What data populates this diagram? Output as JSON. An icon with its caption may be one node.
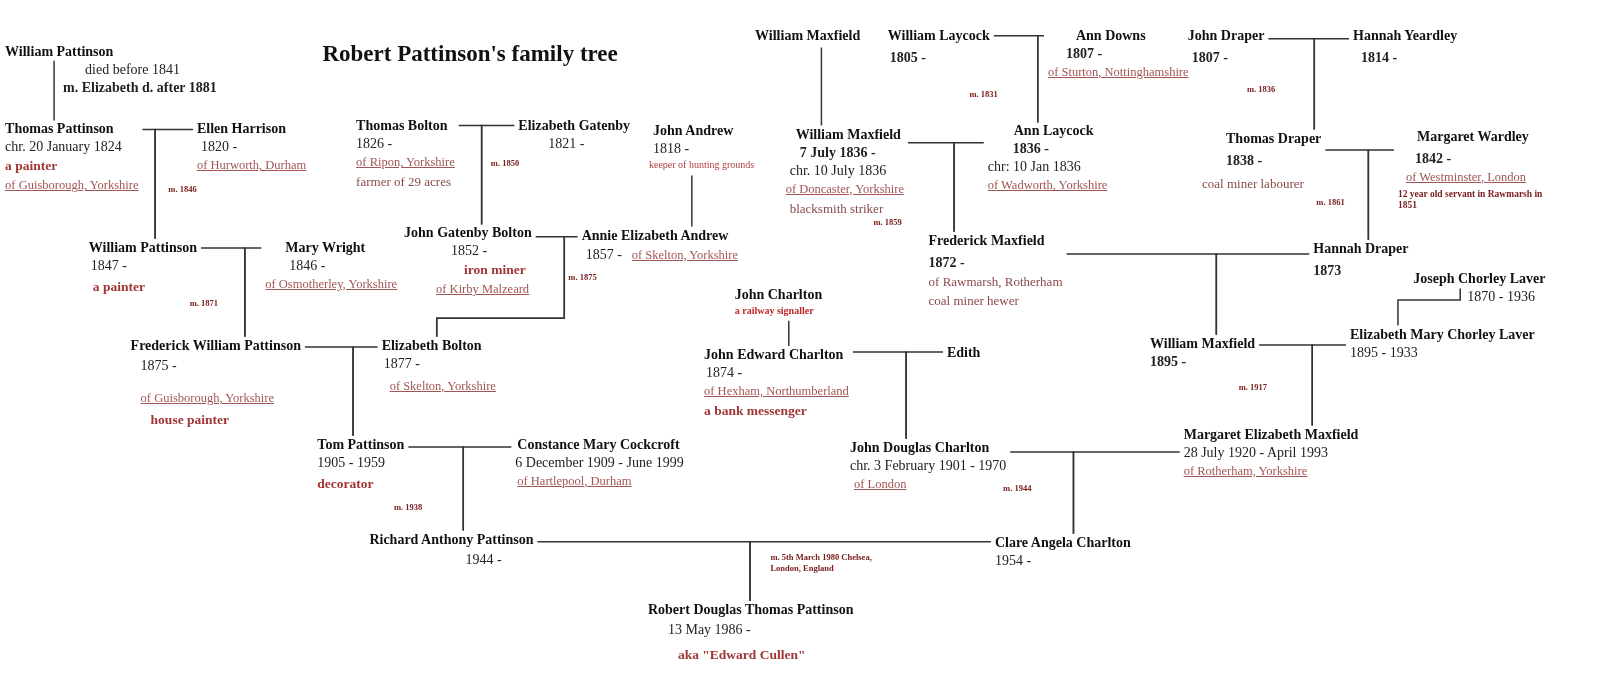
{
  "diagram": {
    "title": "Robert Pattinson's family tree",
    "nodes": [
      {
        "text": [
          "William Pattinson",
          "died before 1841",
          "m. Elizabeth d. after 1881"
        ]
      },
      {
        "text": [
          "Thomas Pattinson",
          "chr. 20 January 1824",
          "a painter",
          "of Guisborough, Yorkshire"
        ]
      },
      {
        "text": [
          "Ellen Harrison",
          "1820 -",
          "of Hurworth, Durham"
        ]
      },
      {
        "text": [
          "Thomas Bolton",
          "1826 -",
          "of Ripon, Yorkshire",
          "farmer of 29 acres"
        ]
      },
      {
        "text": [
          "Elizabeth Gatenby",
          "1821 -"
        ]
      },
      {
        "text": [
          "John Andrew",
          "1818 -",
          "keeper of hunting grounds"
        ]
      },
      {
        "text": [
          "William Maxfield"
        ]
      },
      {
        "text": [
          "William Laycock",
          "1805 -"
        ]
      },
      {
        "text": [
          "Ann Downs",
          "1807 -",
          "of Sturton, Nottinghamshire"
        ]
      },
      {
        "text": [
          "John Draper",
          "1807 -"
        ]
      },
      {
        "text": [
          "Hannah Yeardley",
          "1814 -"
        ]
      },
      {
        "text": [
          "William Maxfield",
          "7 July 1836 -",
          "chr. 10 July 1836",
          "of Doncaster, Yorkshire",
          "blacksmith striker"
        ]
      },
      {
        "text": [
          "Ann Laycock",
          "1836 -",
          "chr: 10 Jan 1836",
          "of Wadworth, Yorkshire"
        ]
      },
      {
        "text": [
          "Thomas Draper",
          "1838 -",
          "coal miner labourer"
        ]
      },
      {
        "text": [
          "Margaret Wardley",
          "1842 -",
          "of Westminster, London",
          "12 year old servant in Rawmarsh in 1851"
        ]
      },
      {
        "text": [
          "William Pattinson",
          "1847 -",
          "a painter"
        ]
      },
      {
        "text": [
          "Mary Wright",
          "1846 -",
          "of Osmotherley, Yorkshire"
        ]
      },
      {
        "text": [
          "John Gatenby Bolton",
          "1852 -",
          "iron miner",
          "of Kirby Malzeard"
        ]
      },
      {
        "text": [
          "Annie Elizabeth Andrew",
          "1857 -",
          "of Skelton, Yorkshire"
        ]
      },
      {
        "text": [
          "Frederick Maxfield",
          "1872 -",
          "of Rawmarsh, Rotherham",
          "coal miner hewer"
        ]
      },
      {
        "text": [
          "Hannah Draper",
          "1873"
        ]
      },
      {
        "text": [
          "Joseph Chorley Laver",
          "1870 - 1936"
        ]
      },
      {
        "text": [
          "John Charlton",
          "a railway signaller"
        ]
      },
      {
        "text": [
          "Frederick William Pattinson",
          "1875 -",
          "of Guisborough, Yorkshire",
          "house painter"
        ]
      },
      {
        "text": [
          "Elizabeth Bolton",
          "1877 -",
          "of Skelton, Yorkshire"
        ]
      },
      {
        "text": [
          "John Edward Charlton",
          "1874 -",
          "of Hexham, Northumberland",
          "a bank messenger"
        ]
      },
      {
        "text": [
          "Edith"
        ]
      },
      {
        "text": [
          "William Maxfield",
          "1895 -"
        ]
      },
      {
        "text": [
          "Elizabeth Mary Chorley Laver",
          "1895 - 1933"
        ]
      },
      {
        "text": [
          "Tom Pattinson",
          "1905 - 1959",
          "decorator"
        ]
      },
      {
        "text": [
          "Constance Mary Cockcroft",
          "6 December 1909 - June 1999",
          "of Hartlepool, Durham"
        ]
      },
      {
        "text": [
          "John Douglas Charlton",
          "chr. 3 February 1901 - 1970",
          "of London"
        ]
      },
      {
        "text": [
          "Margaret Elizabeth Maxfield",
          "28 July 1920 - April 1993",
          "of Rotherham, Yorkshire"
        ]
      },
      {
        "text": [
          "Richard Anthony Pattinson",
          "1944 -"
        ]
      },
      {
        "text": [
          "Clare Angela Charlton",
          "1954 -"
        ]
      },
      {
        "text": [
          "Robert Douglas Thomas Pattinson",
          "13 May 1986 -",
          "aka \"Edward Cullen\""
        ]
      }
    ],
    "edges": [
      {
        "from": 0,
        "to": 1,
        "arrow": "none"
      },
      {
        "from": 1,
        "to": 15,
        "arrow": "none"
      },
      {
        "from": 2,
        "to": 15,
        "arrow": "none"
      },
      {
        "from": 3,
        "to": 17,
        "arrow": "none"
      },
      {
        "from": 4,
        "to": 17,
        "arrow": "none"
      },
      {
        "from": 5,
        "to": 18,
        "arrow": "none"
      },
      {
        "from": 6,
        "to": 11,
        "arrow": "none"
      },
      {
        "from": 7,
        "to": 12,
        "arrow": "none"
      },
      {
        "from": 8,
        "to": 12,
        "arrow": "none"
      },
      {
        "from": 9,
        "to": 13,
        "arrow": "none"
      },
      {
        "from": 10,
        "to": 13,
        "arrow": "none"
      },
      {
        "from": 11,
        "to": 19,
        "arrow": "none"
      },
      {
        "from": 12,
        "to": 19,
        "arrow": "none"
      },
      {
        "from": 13,
        "to": 20,
        "arrow": "none"
      },
      {
        "from": 14,
        "to": 20,
        "arrow": "none"
      },
      {
        "from": 15,
        "to": 23,
        "arrow": "none"
      },
      {
        "from": 16,
        "to": 23,
        "arrow": "none"
      },
      {
        "from": 17,
        "to": 24,
        "arrow": "none"
      },
      {
        "from": 18,
        "to": 24,
        "arrow": "none"
      },
      {
        "from": 19,
        "to": 27,
        "arrow": "none"
      },
      {
        "from": 20,
        "to": 27,
        "arrow": "none"
      },
      {
        "from": 21,
        "to": 28,
        "arrow": "none"
      },
      {
        "from": 22,
        "to": 25,
        "arrow": "none"
      },
      {
        "from": 23,
        "to": 29,
        "arrow": "none"
      },
      {
        "from": 24,
        "to": 29,
        "arrow": "none"
      },
      {
        "from": 25,
        "to": 31,
        "arrow": "none"
      },
      {
        "from": 26,
        "to": 31,
        "arrow": "none"
      },
      {
        "from": 27,
        "to": 32,
        "arrow": "none"
      },
      {
        "from": 28,
        "to": 32,
        "arrow": "none"
      },
      {
        "from": 29,
        "to": 33,
        "arrow": "none"
      },
      {
        "from": 30,
        "to": 33,
        "arrow": "none"
      },
      {
        "from": 31,
        "to": 34,
        "arrow": "none"
      },
      {
        "from": 32,
        "to": 34,
        "arrow": "none"
      },
      {
        "from": 33,
        "to": 35,
        "arrow": "none"
      },
      {
        "from": 34,
        "to": 35,
        "arrow": "none"
      }
    ],
    "labels": [
      "m. 1836",
      "m. 1831",
      "m. 1850",
      "m. 1846",
      "m. 1861",
      "m. 1859",
      "m. 1875",
      "m. 1871",
      "m. 1917",
      "m. 1944",
      "m. 1938",
      "m. 5th March 1980 Chelsea, London, England"
    ]
  }
}
